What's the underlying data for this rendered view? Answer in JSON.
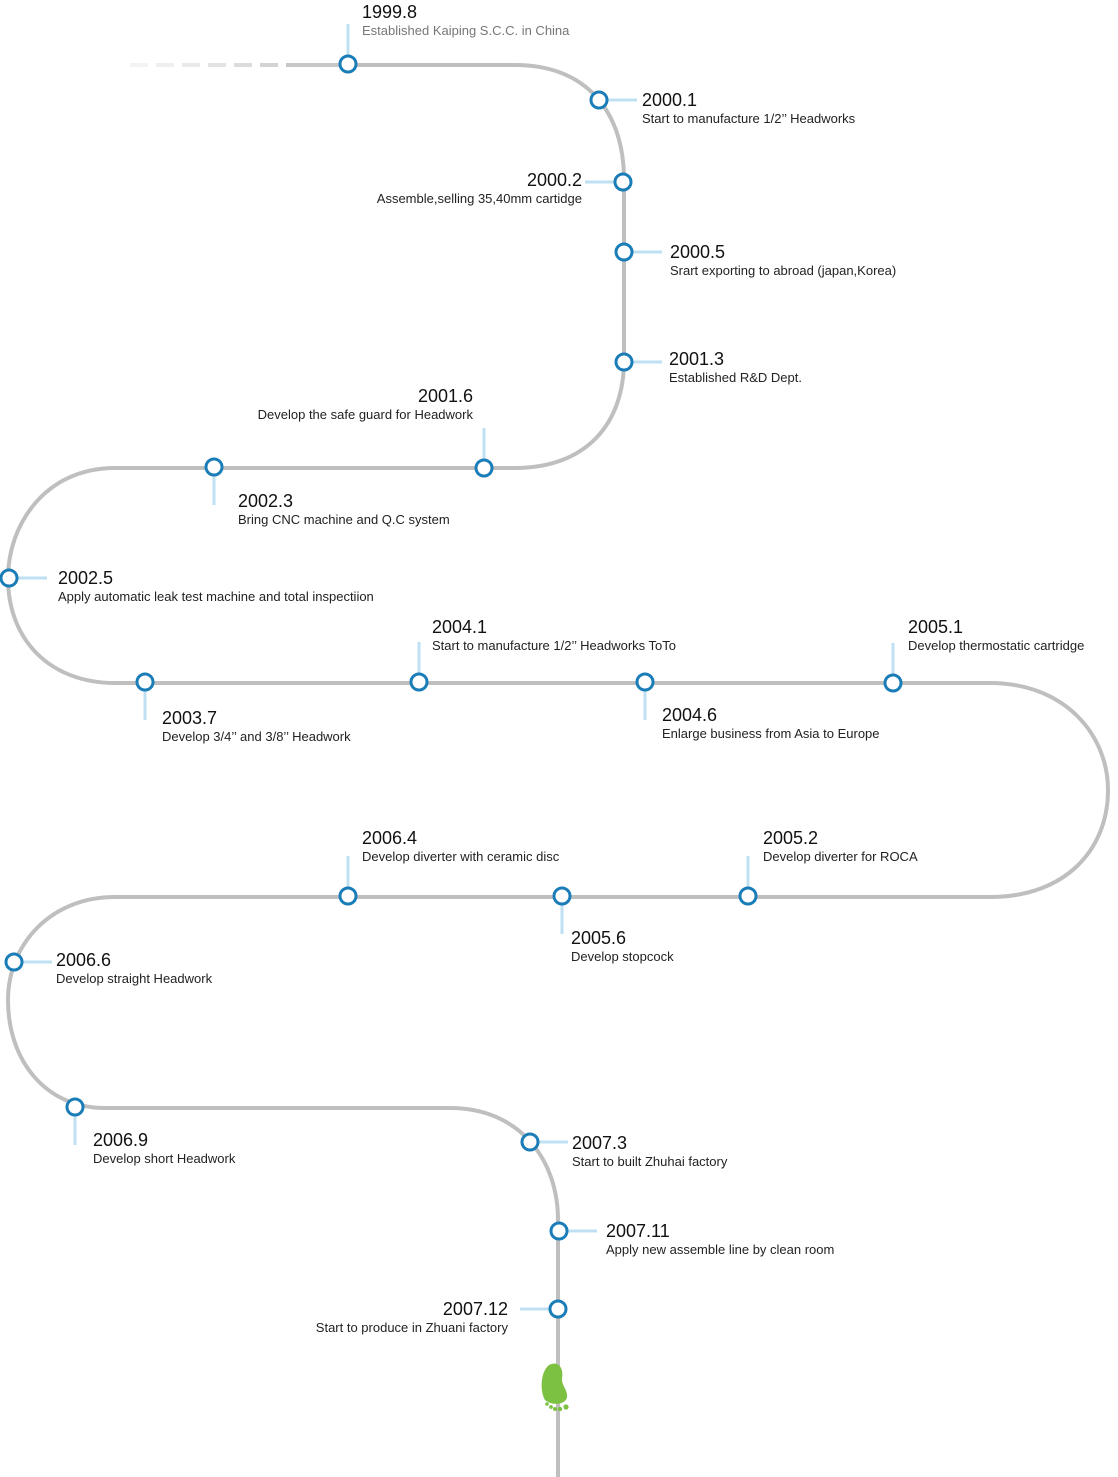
{
  "colors": {
    "path": "#bfbfbf",
    "node_stroke": "#1b7db8",
    "node_fill": "#ffffff",
    "tick": "#bfe0f2",
    "footprint": "#7cc142"
  },
  "icons": {
    "end": "footprint-icon"
  },
  "events": [
    {
      "year": "1999.8",
      "desc": "Established Kaiping S.C.C. in China"
    },
    {
      "year": "2000.1",
      "desc": "Start to manufacture 1/2’’ Headworks"
    },
    {
      "year": "2000.2",
      "desc": "Assemble,selling 35,40mm cartidge"
    },
    {
      "year": "2000.5",
      "desc": "Srart exporting to abroad (japan,Korea)"
    },
    {
      "year": "2001.3",
      "desc": "Established R&D Dept."
    },
    {
      "year": "2001.6",
      "desc": "Develop the safe guard for Headwork"
    },
    {
      "year": "2002.3",
      "desc": "Bring CNC machine and Q.C system"
    },
    {
      "year": "2002.5",
      "desc": "Apply automatic leak test machine and total inspectiion"
    },
    {
      "year": "2003.7",
      "desc": "Develop 3/4’’ and 3/8’’ Headwork"
    },
    {
      "year": "2004.1",
      "desc": "Start to manufacture 1/2’’ Headworks ToTo"
    },
    {
      "year": "2004.6",
      "desc": "Enlarge business from Asia to Europe"
    },
    {
      "year": "2005.1",
      "desc": "Develop thermostatic cartridge"
    },
    {
      "year": "2005.2",
      "desc": "Develop diverter for ROCA"
    },
    {
      "year": "2005.6",
      "desc": "Develop stopcock"
    },
    {
      "year": "2006.4",
      "desc": "Develop diverter with ceramic disc"
    },
    {
      "year": "2006.6",
      "desc": "Develop straight Headwork"
    },
    {
      "year": "2006.9",
      "desc": "Develop short Headwork"
    },
    {
      "year": "2007.3",
      "desc": "Start to built Zhuhai factory"
    },
    {
      "year": "2007.11",
      "desc": "Apply new assemble line by clean room"
    },
    {
      "year": "2007.12",
      "desc": "Start to produce in Zhuani factory"
    }
  ]
}
